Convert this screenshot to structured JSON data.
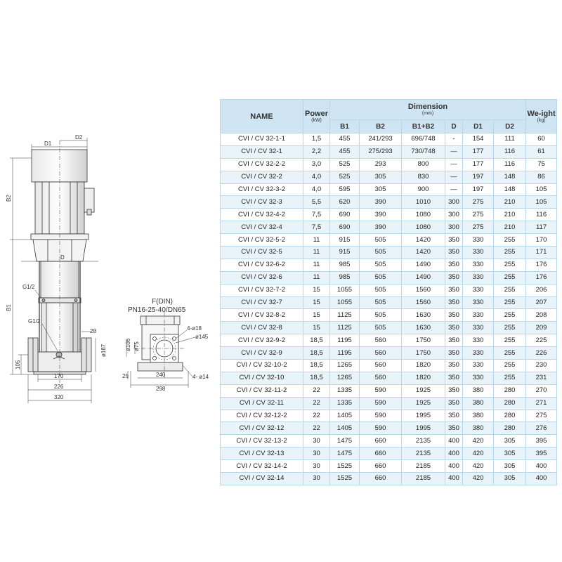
{
  "drawing": {
    "labels": {
      "d1": "D1",
      "d2": "D2",
      "b2": "B2",
      "b1": "B1",
      "d": "D",
      "g12_top": "G1/2",
      "g12_bottom": "G1/2",
      "dim_28": "28",
      "dim_187": "ø187",
      "dim_105": "105",
      "dim_170": "170",
      "dim_226": "226",
      "dim_320": "320",
      "flange_title": "F(DIN)",
      "flange_spec": "PN16-25-40/DN65",
      "dim_4x18": "4-ø18",
      "dim_145": "ø145",
      "dim_106": "ø106",
      "dim_75": "ø75",
      "dim_25": "25",
      "dim_240": "240",
      "dim_298": "298",
      "dim_4x14": "4- ø14"
    }
  },
  "table": {
    "headers": {
      "name": "NAME",
      "power": "Power",
      "power_unit": "(kW)",
      "dimension": "Dimension",
      "dimension_unit": "(mm)",
      "weight": "We-ight",
      "weight_unit": "(kg)",
      "b1": "B1",
      "b2": "B2",
      "b1b2": "B1+B2",
      "d": "D",
      "d1": "D1",
      "d2": "D2"
    },
    "rows": [
      [
        "CVI / CV 32-1-1",
        "1,5",
        "455",
        "241/293",
        "696/748",
        "-",
        "154",
        "111",
        "60"
      ],
      [
        "CVI / CV 32-1",
        "2,2",
        "455",
        "275/293",
        "730/748",
        "—",
        "177",
        "116",
        "61"
      ],
      [
        "CVI / CV 32-2-2",
        "3,0",
        "525",
        "293",
        "800",
        "—",
        "177",
        "116",
        "75"
      ],
      [
        "CVI / CV 32-2",
        "4,0",
        "525",
        "305",
        "830",
        "—",
        "197",
        "148",
        "86"
      ],
      [
        "CVI / CV 32-3-2",
        "4,0",
        "595",
        "305",
        "900",
        "—",
        "197",
        "148",
        "105"
      ],
      [
        "CVI / CV 32-3",
        "5,5",
        "620",
        "390",
        "1010",
        "300",
        "275",
        "210",
        "105"
      ],
      [
        "CVI / CV 32-4-2",
        "7,5",
        "690",
        "390",
        "1080",
        "300",
        "275",
        "210",
        "116"
      ],
      [
        "CVI / CV 32-4",
        "7,5",
        "690",
        "390",
        "1080",
        "300",
        "275",
        "210",
        "117"
      ],
      [
        "CVI / CV 32-5-2",
        "11",
        "915",
        "505",
        "1420",
        "350",
        "330",
        "255",
        "170"
      ],
      [
        "CVI / CV 32-5",
        "11",
        "915",
        "505",
        "1420",
        "350",
        "330",
        "255",
        "171"
      ],
      [
        "CVI / CV 32-6-2",
        "11",
        "985",
        "505",
        "1490",
        "350",
        "330",
        "255",
        "176"
      ],
      [
        "CVI / CV 32-6",
        "11",
        "985",
        "505",
        "1490",
        "350",
        "330",
        "255",
        "176"
      ],
      [
        "CVI / CV 32-7-2",
        "15",
        "1055",
        "505",
        "1560",
        "350",
        "330",
        "255",
        "206"
      ],
      [
        "CVI / CV 32-7",
        "15",
        "1055",
        "505",
        "1560",
        "350",
        "330",
        "255",
        "207"
      ],
      [
        "CVI / CV 32-8-2",
        "15",
        "1125",
        "505",
        "1630",
        "350",
        "330",
        "255",
        "208"
      ],
      [
        "CVI / CV 32-8",
        "15",
        "1125",
        "505",
        "1630",
        "350",
        "330",
        "255",
        "209"
      ],
      [
        "CVI / CV 32-9-2",
        "18,5",
        "1195",
        "560",
        "1750",
        "350",
        "330",
        "255",
        "225"
      ],
      [
        "CVI / CV 32-9",
        "18,5",
        "1195",
        "560",
        "1750",
        "350",
        "330",
        "255",
        "226"
      ],
      [
        "CVI / CV 32-10-2",
        "18,5",
        "1265",
        "560",
        "1820",
        "350",
        "330",
        "255",
        "230"
      ],
      [
        "CVI / CV 32-10",
        "18,5",
        "1265",
        "560",
        "1820",
        "350",
        "330",
        "255",
        "231"
      ],
      [
        "CVI / CV 32-11-2",
        "22",
        "1335",
        "590",
        "1925",
        "350",
        "380",
        "280",
        "270"
      ],
      [
        "CVI / CV 32-11",
        "22",
        "1335",
        "590",
        "1925",
        "350",
        "380",
        "280",
        "271"
      ],
      [
        "CVI / CV 32-12-2",
        "22",
        "1405",
        "590",
        "1995",
        "350",
        "380",
        "280",
        "275"
      ],
      [
        "CVI / CV 32-12",
        "22",
        "1405",
        "590",
        "1995",
        "350",
        "380",
        "280",
        "276"
      ],
      [
        "CVI / CV 32-13-2",
        "30",
        "1475",
        "660",
        "2135",
        "400",
        "420",
        "305",
        "395"
      ],
      [
        "CVI / CV 32-13",
        "30",
        "1475",
        "660",
        "2135",
        "400",
        "420",
        "305",
        "395"
      ],
      [
        "CVI / CV 32-14-2",
        "30",
        "1525",
        "660",
        "2185",
        "400",
        "420",
        "305",
        "400"
      ],
      [
        "CVI / CV 32-14",
        "30",
        "1525",
        "660",
        "2185",
        "400",
        "420",
        "305",
        "400"
      ]
    ]
  }
}
